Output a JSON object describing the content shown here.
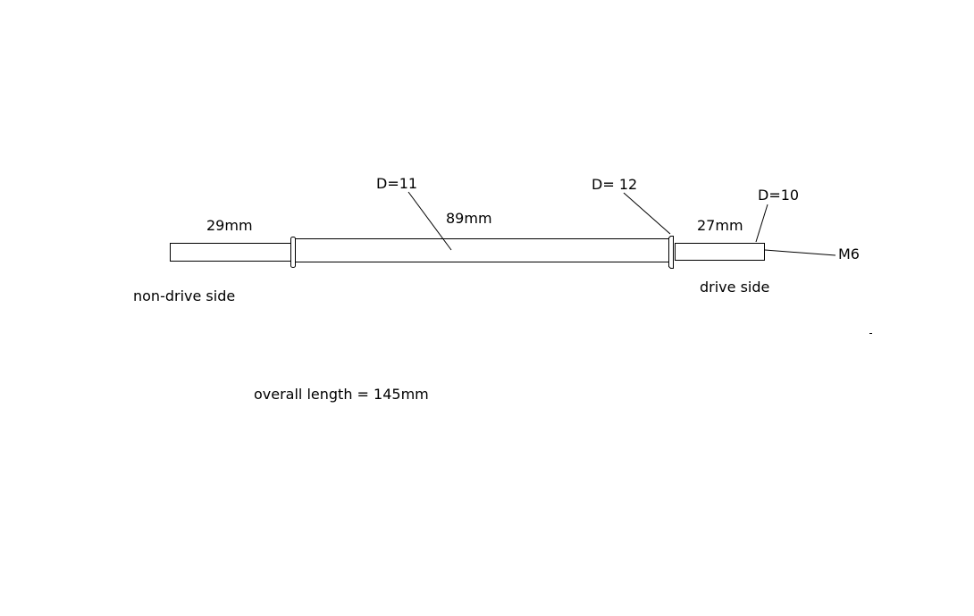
{
  "diagram": {
    "labels": {
      "non_drive_length": "29mm",
      "middle_diameter": "D=11",
      "middle_length": "89mm",
      "shoulder_diameter": "D= 12",
      "drive_length": "27mm",
      "drive_diameter": "D=10",
      "thread": "M6",
      "non_drive_side": "non-drive side",
      "drive_side": "drive side",
      "overall_length": "overall length = 145mm"
    },
    "colors": {
      "line": "#000000",
      "background": "#ffffff"
    }
  }
}
